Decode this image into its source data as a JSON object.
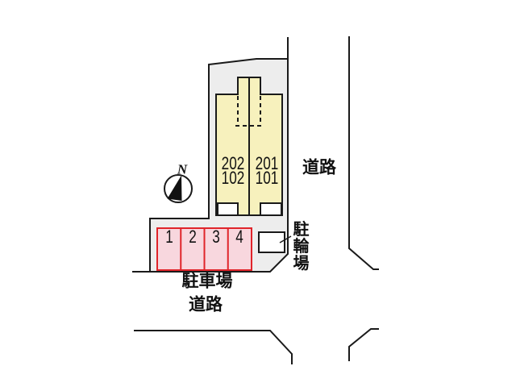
{
  "site_plan": {
    "compass": {
      "north_label": "N"
    },
    "building": {
      "units": [
        {
          "upper": "202",
          "lower": "102"
        },
        {
          "upper": "201",
          "lower": "101"
        }
      ]
    },
    "parking": {
      "label": "駐車場",
      "spaces": [
        "1",
        "2",
        "3",
        "4"
      ]
    },
    "bicycle_parking": {
      "label": "駐輪場"
    },
    "roads": {
      "right": "道路",
      "bottom": "道路"
    },
    "colors": {
      "site_fill": "#ededed",
      "building_fill": "#f7f1bd",
      "parking_fill": "#f8d7de",
      "parking_border": "#e0242a",
      "line": "#1a1a1a",
      "white": "#ffffff"
    }
  }
}
